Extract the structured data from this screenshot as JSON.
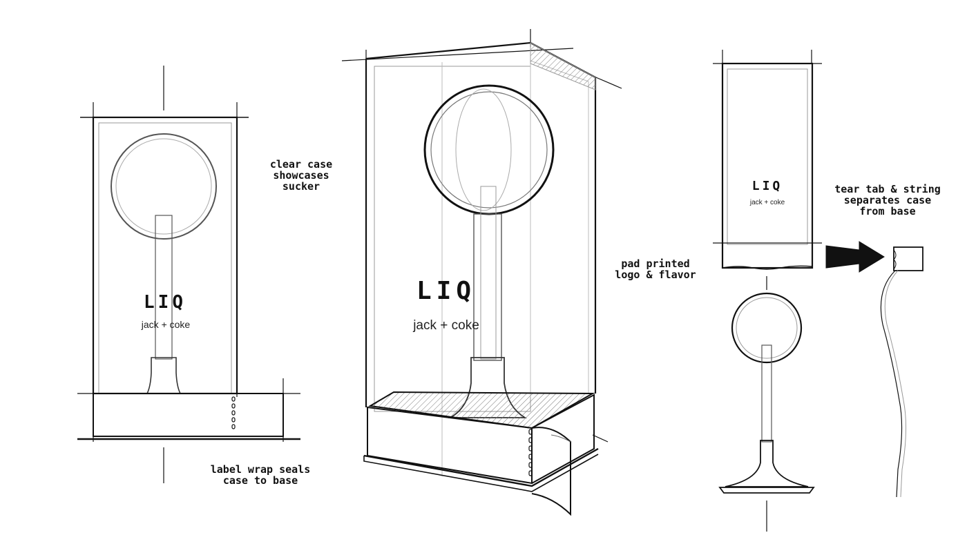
{
  "brand": "LIQ",
  "flavor": "jack + coke",
  "annotations": {
    "clear_case": "clear case\nshowcases\nsucker",
    "label_wrap": "label wrap seals\ncase to base",
    "pad_printed": "pad printed\nlogo & flavor",
    "tear_tab": "tear tab & string\nseparates case\nfrom base"
  },
  "colors": {
    "ink": "#111111",
    "light_line": "#bbbbbb",
    "paper": "#ffffff"
  }
}
